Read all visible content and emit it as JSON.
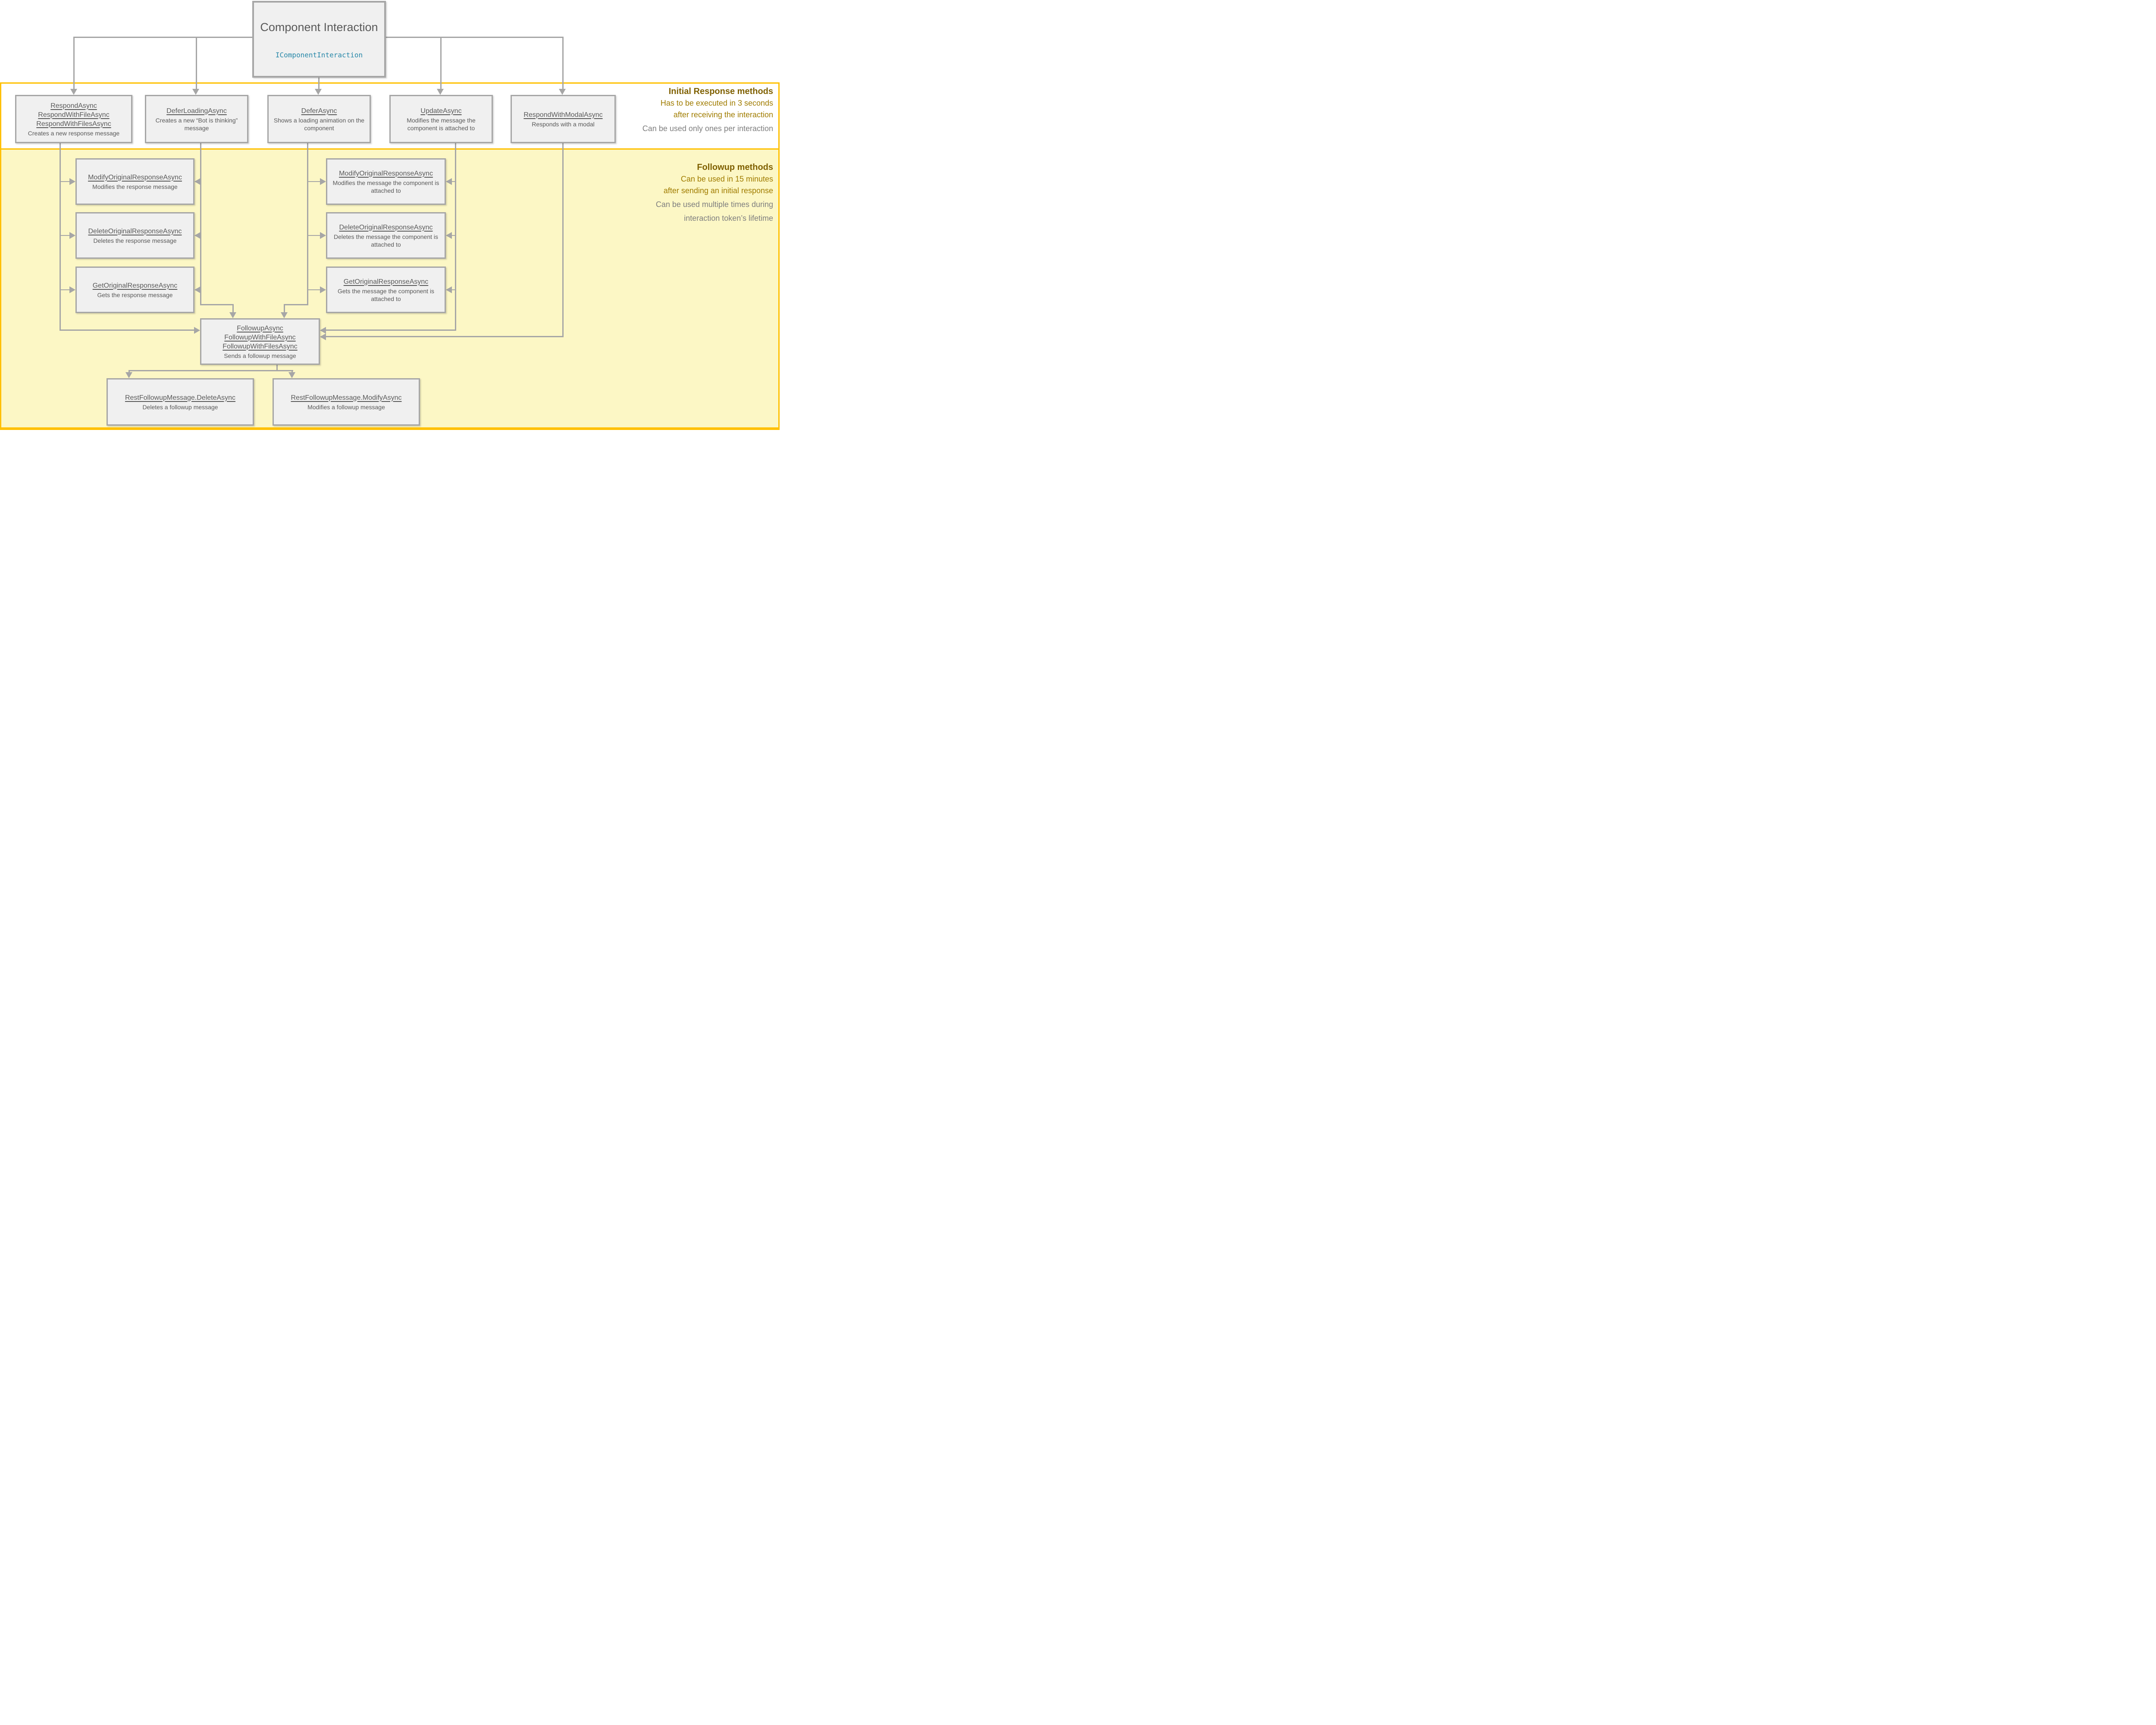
{
  "root_node": {
    "title": "Component Interaction",
    "interface": "IComponentInteraction"
  },
  "initial": {
    "heading": "Initial Response methods",
    "note1": "Has to be executed in 3 seconds",
    "note2": "after receiving the interaction",
    "note3": "Can be used only ones per interaction",
    "boxes": [
      {
        "m1": "RespondAsync",
        "m2": "RespondWithFileAsync",
        "m3": "RespondWithFilesAsync",
        "desc": "Creates a new response message"
      },
      {
        "m1": "DeferLoadingAsync",
        "desc": "Creates a new “Bot is thinking” message"
      },
      {
        "m1": "DeferAsync",
        "desc": "Shows a loading animation on the component"
      },
      {
        "m1": "UpdateAsync",
        "desc": "Modifies the message the component is attached to"
      },
      {
        "m1": "RespondWithModalAsync",
        "desc": "Responds with a modal"
      }
    ]
  },
  "followup": {
    "heading": "Followup methods",
    "note1": "Can be used in 15 minutes",
    "note2": "after sending an initial response",
    "note3": "Can be used multiple times during",
    "note4": "interaction token’s lifetime",
    "left_col": [
      {
        "m1": "ModifyOriginalResponseAsync",
        "desc": "Modifies the response message"
      },
      {
        "m1": "DeleteOriginalResponseAsync",
        "desc": "Deletes the response message"
      },
      {
        "m1": "GetOriginalResponseAsync",
        "desc": "Gets the response message"
      }
    ],
    "mid_col": [
      {
        "m1": "ModifyOriginalResponseAsync",
        "desc": "Modifies the message the component is attached to"
      },
      {
        "m1": "DeleteOriginalResponseAsync",
        "desc": "Deletes the message the component is attached to"
      },
      {
        "m1": "GetOriginalResponseAsync",
        "desc": "Gets  the message the component is attached to"
      }
    ],
    "hub": {
      "m1": "FollowupAsync",
      "m2": "FollowupWithFileAsync",
      "m3": "FollowupWithFilesAsync",
      "desc": "Sends a followup message"
    },
    "bottom": [
      {
        "m1": "RestFollowupMessage.DeleteAsync",
        "desc": "Deletes a followup message"
      },
      {
        "m1": "RestFollowupMessage.ModifyAsync",
        "desc": "Modifies a followup message"
      }
    ]
  },
  "colors": {
    "gold_border": "#FFC000",
    "followup_band_bg": "#FCF7C5",
    "heading_gold_text": "#7F6000",
    "note_gold_text": "#A07C00",
    "node_text_gray": "#595959",
    "note_gray_text": "#7F7F7F",
    "node_border_gray": "#A6A6A6",
    "node_bg": "#F0F0F0",
    "connector_gray": "#A6A6A6",
    "interface_teal": "#2787A8"
  }
}
